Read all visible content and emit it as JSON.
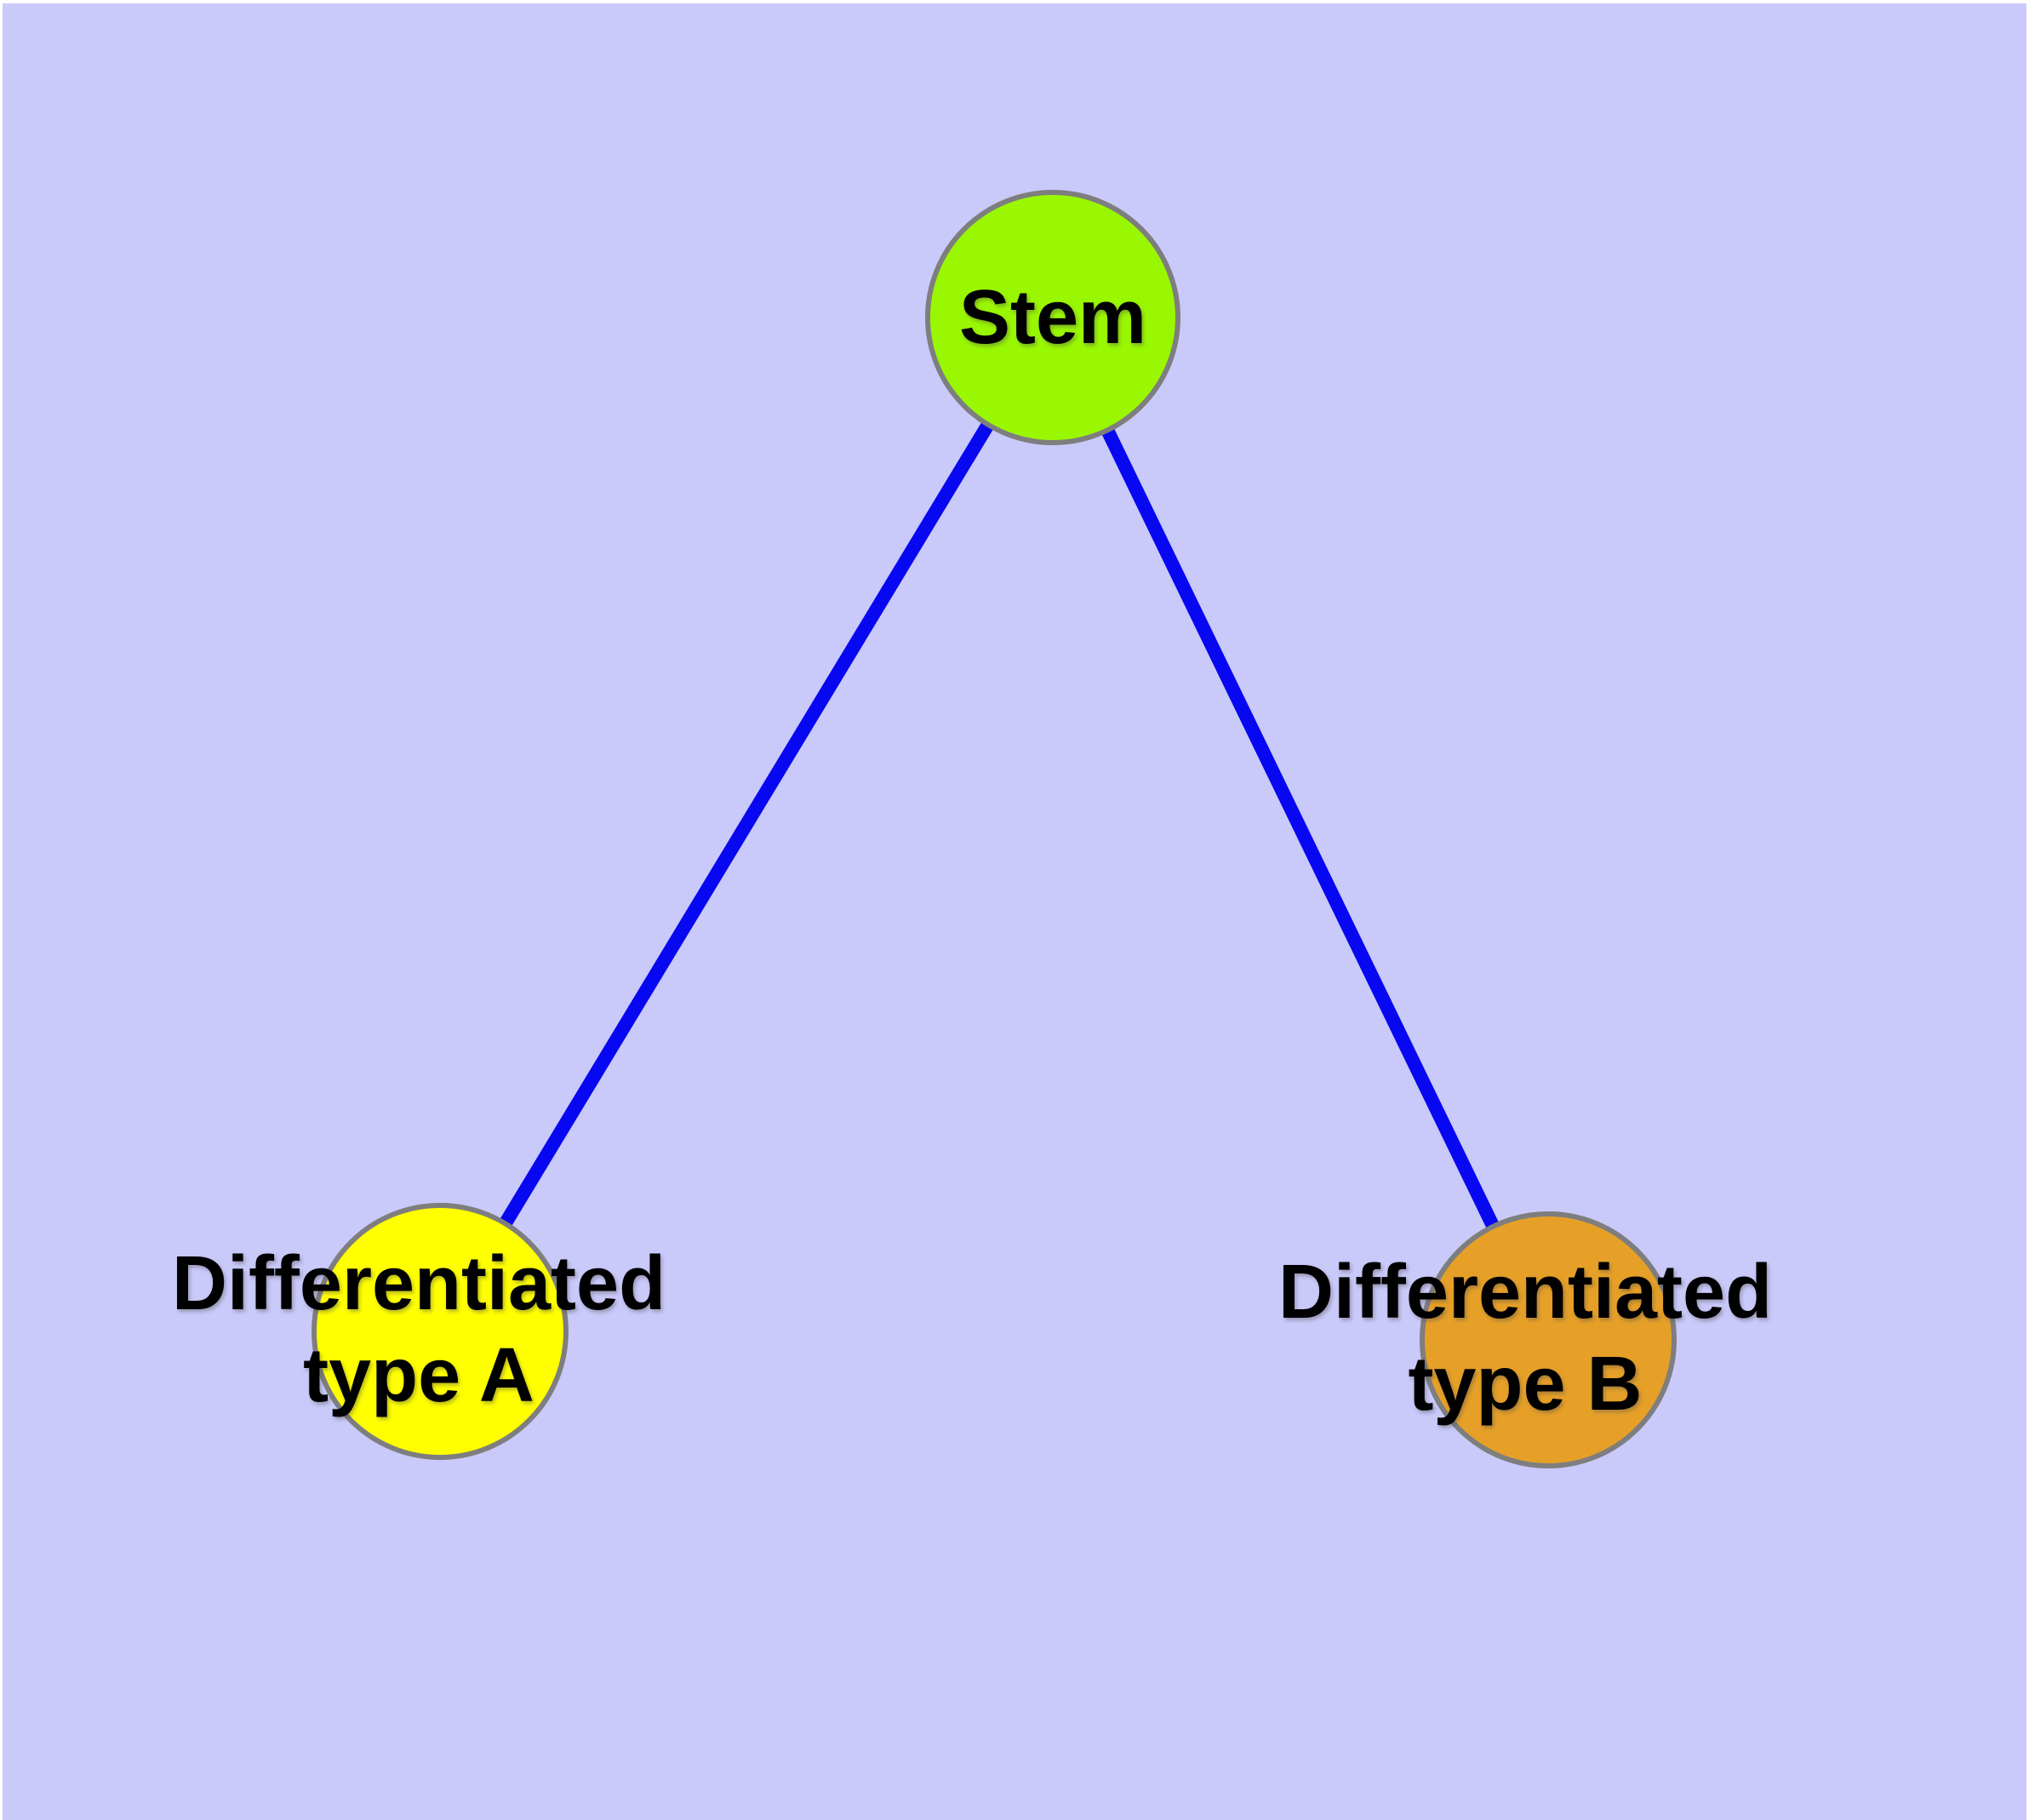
{
  "figure": {
    "background_color": "#c9c9fa",
    "frame_color": "#ffffff",
    "edge_color": "#0707f2",
    "node_border_color": "#7e7e7e",
    "text_color": "#000000",
    "nodes": [
      {
        "id": "stem",
        "lines": [
          "Stem"
        ],
        "label": "Stem",
        "fill": "#9af702"
      },
      {
        "id": "differentiated-type-a",
        "lines": [
          "Differentiated",
          "type A"
        ],
        "label": "Differentiated type A",
        "fill": "#ffff00"
      },
      {
        "id": "differentiated-type-b",
        "lines": [
          "Differentiated",
          "type B"
        ],
        "label": "Differentiated type B",
        "fill": "#e6a028"
      }
    ],
    "edges": [
      {
        "from": "stem",
        "to": "differentiated-type-a"
      },
      {
        "from": "stem",
        "to": "differentiated-type-b"
      }
    ]
  }
}
